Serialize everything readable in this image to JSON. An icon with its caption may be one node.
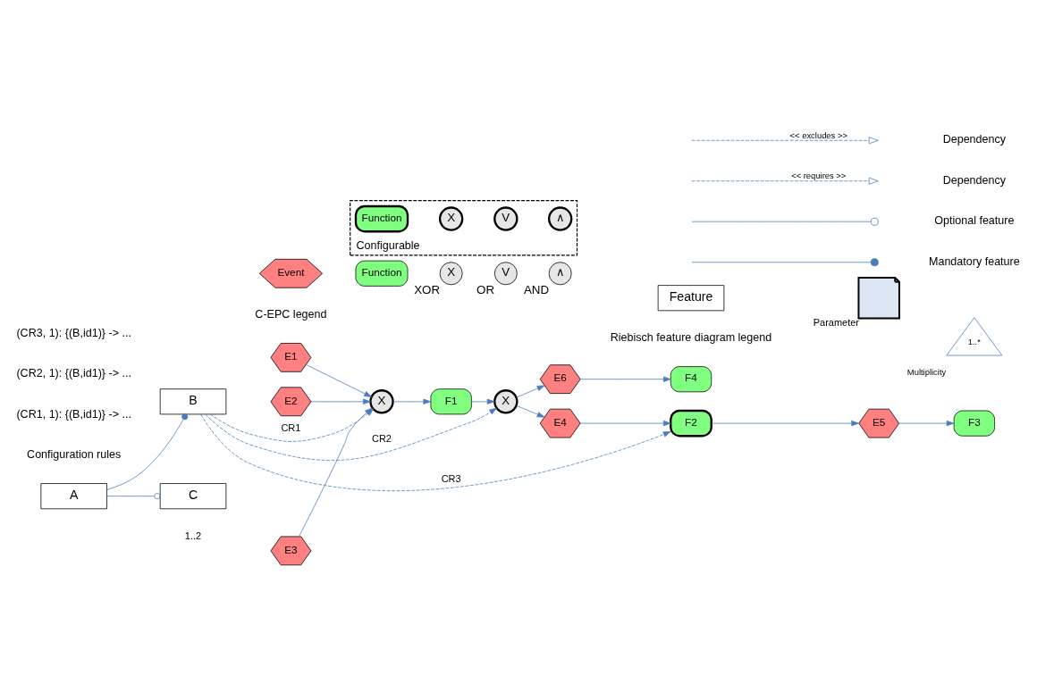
{
  "diagram": {
    "nodes": [
      {
        "text": [
          "A"
        ]
      },
      {
        "text": [
          "B"
        ]
      },
      {
        "text": [
          "C"
        ]
      },
      {
        "text": [
          "E1"
        ]
      },
      {
        "text": [
          "E2"
        ]
      },
      {
        "text": [
          "E3"
        ]
      },
      {
        "text": [
          "X"
        ]
      },
      {
        "text": [
          "F1"
        ]
      },
      {
        "text": [
          "X"
        ]
      },
      {
        "text": [
          "E6"
        ]
      },
      {
        "text": [
          "F4"
        ]
      },
      {
        "text": [
          "E4"
        ]
      },
      {
        "text": [
          "F2"
        ]
      },
      {
        "text": [
          "E5"
        ]
      },
      {
        "text": [
          "F3"
        ]
      },
      {
        "text": [
          "Event"
        ]
      },
      {
        "text": [
          "Function"
        ]
      },
      {
        "text": [
          "X"
        ],
        "beside": [
          "XOR"
        ]
      },
      {
        "text": [
          "V"
        ],
        "beside": [
          "OR"
        ]
      },
      {
        "text": [
          "∧"
        ],
        "beside": [
          "AND"
        ]
      },
      {
        "text": [
          "Configurable"
        ]
      },
      {
        "text": [
          "Function"
        ],
        "in": 20
      },
      {
        "text": [
          "X"
        ],
        "in": 20
      },
      {
        "text": [
          "V"
        ],
        "in": 20
      },
      {
        "text": [
          "∧"
        ],
        "in": 20
      },
      {
        "text": [
          "Feature"
        ]
      },
      {
        "text": [],
        "shape": "note",
        "beside": [
          "Parameter"
        ]
      },
      {
        "text": [
          "1..*"
        ],
        "beside": [
          "Multiplicity"
        ]
      }
    ],
    "edges": [
      {
        "from": 0,
        "to": 1,
        "arrow": "other"
      },
      {
        "from": 0,
        "to": 2,
        "arrow": "other"
      },
      {
        "from": 3,
        "to": 6,
        "arrow": "to"
      },
      {
        "from": 4,
        "to": 6,
        "arrow": "to"
      },
      {
        "from": 5,
        "to": 6,
        "arrow": "to"
      },
      {
        "from": 6,
        "to": 7,
        "arrow": "to"
      },
      {
        "from": 7,
        "to": 8,
        "arrow": "to"
      },
      {
        "from": 8,
        "to": 9,
        "arrow": "to"
      },
      {
        "from": 8,
        "to": 11,
        "arrow": "to"
      },
      {
        "from": 9,
        "to": 10,
        "arrow": "to"
      },
      {
        "from": 11,
        "to": 12,
        "arrow": "to"
      },
      {
        "from": 12,
        "to": 13,
        "arrow": "to"
      },
      {
        "from": 13,
        "to": 14,
        "arrow": "to"
      },
      {
        "from": 1,
        "to": 6,
        "arrow": "to",
        "label": "CR1",
        "style": "dashed"
      },
      {
        "from": 1,
        "to": 8,
        "arrow": "to",
        "label": "CR2",
        "style": "dashed"
      },
      {
        "from": 1,
        "to": 12,
        "arrow": "to",
        "label": "CR3",
        "style": "dashed"
      }
    ],
    "labels": [
      "1..2",
      "Configuration rules",
      "(CR1, 1): {(B,id1)} -> ...",
      "(CR2, 1): {(B,id1)} -> ...",
      "(CR3, 1): {(B,id1)} -> ...",
      "C-EPC legend",
      "Riebisch feature diagram legend",
      "<< requires >>",
      "<< excludes >>"
    ],
    "legend": [
      {
        "text": "Mandatory feature"
      },
      {
        "text": "Optional feature"
      },
      {
        "text": "Dependency"
      },
      {
        "text": "Dependency"
      }
    ]
  }
}
